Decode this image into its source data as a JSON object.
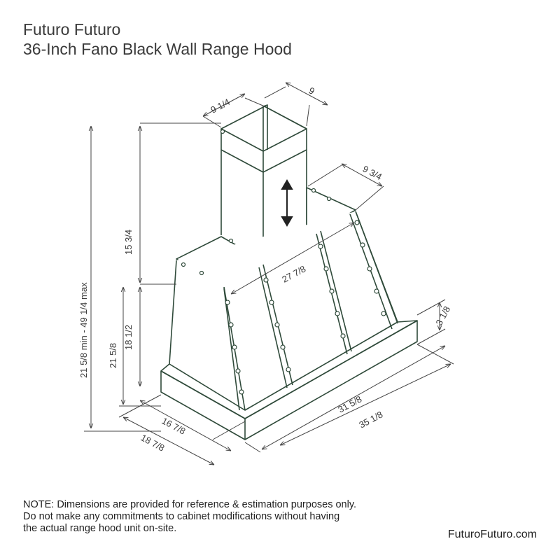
{
  "header": {
    "brand": "Futuro Futuro",
    "product": "36-Inch Fano Black Wall Range Hood"
  },
  "dimensions": {
    "chimney_depth": "9 1/4",
    "chimney_width": "9",
    "top_depth": "9 3/4",
    "top_width": "27 7/8",
    "chimney_height": "15 3/4",
    "body_height": "18 1/2",
    "overall_height": "21 5/8 min - 49 1/4 max",
    "hood_height": "21 5/8",
    "base_height": "3 1/8",
    "bottom_width": "31 5/8",
    "overall_width": "35 1/8",
    "bottom_depth": "16 7/8",
    "overall_depth": "18 7/8"
  },
  "note": {
    "line1": "NOTE:  Dimensions are provided for reference & estimation purposes only.",
    "line2": "Do not make any commitments to cabinet modifications without having",
    "line3": "the actual range hood unit on-site."
  },
  "footer": {
    "website": "FuturoFuturo.com"
  },
  "colors": {
    "outline": "#2f4a3a",
    "dimension": "#444444",
    "text": "#333333"
  },
  "icons": {
    "adjust_arrow": "double-arrow-vertical-icon"
  }
}
